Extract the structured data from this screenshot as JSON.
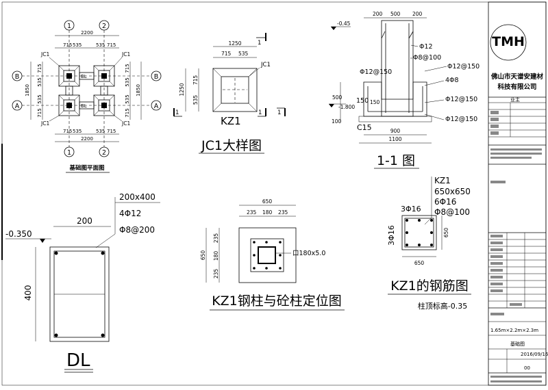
{
  "plan": {
    "title": "基础图平面图",
    "axes": {
      "col1": "1",
      "col2": "2",
      "rowA": "A",
      "rowB": "B"
    },
    "dims": {
      "top_total": "2200",
      "top_parts": [
        "715",
        "535",
        "535",
        "715"
      ],
      "bottom_total": "2200",
      "side_total": "1850",
      "side_parts": [
        "715",
        "535",
        "535",
        "715"
      ],
      "right_total": "1850"
    },
    "labels": {
      "jc1": "JC1",
      "bl": "BL"
    }
  },
  "detail": {
    "title": "JC1大样图",
    "dim_total": "1250",
    "dim_parts": [
      "715",
      "535"
    ],
    "side_parts": [
      "715",
      "535"
    ],
    "side_total": "1250",
    "tag": "JC1",
    "col": "KZ1",
    "cut": "1"
  },
  "section": {
    "title": "1-1 图",
    "level_top": "-0.45",
    "level_bot": "-1.800",
    "dims_top": [
      "200",
      "500",
      "200"
    ],
    "dims_bottom": [
      "900",
      "1100"
    ],
    "left_dims": [
      "500",
      "150",
      "100"
    ],
    "labels": {
      "d12": "Φ12",
      "d8": "Φ8@100",
      "c12a": "Φ12@150",
      "c12b": "Φ12@150",
      "c12c": "Φ12@150",
      "c12d": "Φ12@150",
      "r48": "4Φ8",
      "c15": "C15",
      "e150": "150"
    }
  },
  "dl": {
    "title": "DL",
    "size": "200x400",
    "rebar": "4Φ12",
    "stir": "Φ8@200",
    "level": "-0.350",
    "width": "200",
    "height": "400"
  },
  "kzpos": {
    "title": "KZ1钢柱与砼柱定位图",
    "dim_total": "650",
    "dim_parts": [
      "235",
      "180",
      "235"
    ],
    "side_total": "650",
    "side_parts": [
      "235",
      "180",
      "235"
    ],
    "plate": "口180x5.0"
  },
  "kz1": {
    "title": "KZ1的钢筋图",
    "name": "KZ1",
    "size": "650x650",
    "rebar": "6Φ16",
    "stir": "Φ8@100",
    "top": "3Φ16",
    "left": "3Φ16",
    "right": "650",
    "bottom": "650",
    "note": "柱顶标高-0.35"
  },
  "titleblock": {
    "logo": "TMH",
    "company1": "佛山市天谱安建材",
    "company2": "科技有限公司",
    "sheet_title": "业主",
    "date": "2016/09/16",
    "scale": "00",
    "area": "1.65m×2.2m×2.3m",
    "drawing": "基础图"
  }
}
